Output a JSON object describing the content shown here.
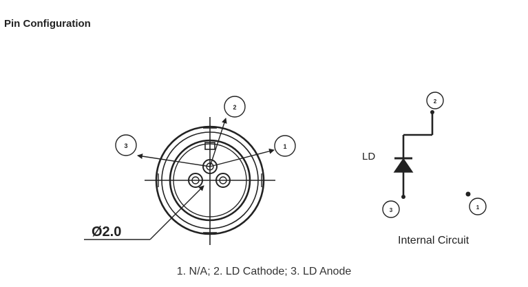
{
  "page": {
    "title": "Pin Configuration"
  },
  "package_view": {
    "dimension_label": "Ø2.0",
    "pins": [
      {
        "number": "1"
      },
      {
        "number": "2"
      },
      {
        "number": "3"
      }
    ]
  },
  "internal_circuit": {
    "component_label": "LD",
    "label": "Internal Circuit",
    "pins": [
      {
        "number": "2"
      },
      {
        "number": "3"
      },
      {
        "number": "1"
      }
    ]
  },
  "caption": "1. N/A; 2. LD Cathode; 3. LD Anode"
}
